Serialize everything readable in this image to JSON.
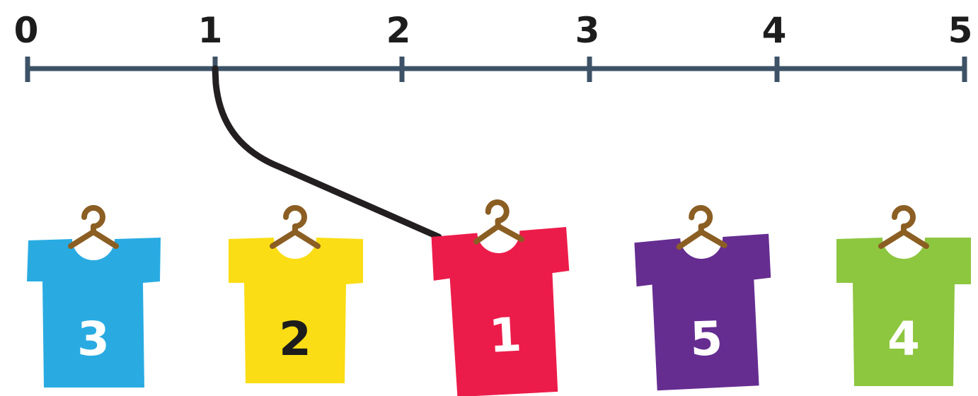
{
  "number_line": {
    "ticks": [
      "0",
      "1",
      "2",
      "3",
      "4",
      "5"
    ],
    "line_color": "#3d5266",
    "label_color": "#1c1c1c"
  },
  "connector": {
    "from_tick": "1",
    "to_shirt": "1",
    "color": "#231f20"
  },
  "hanger_color": "#8b5e23",
  "shirts": [
    {
      "number": "3",
      "color": "#29abe2",
      "number_color": "#ffffff"
    },
    {
      "number": "2",
      "color": "#fadd14",
      "number_color": "#1c1c1c"
    },
    {
      "number": "1",
      "color": "#ec1c4a",
      "number_color": "#ffffff"
    },
    {
      "number": "5",
      "color": "#662d91",
      "number_color": "#ffffff"
    },
    {
      "number": "4",
      "color": "#8dc63f",
      "number_color": "#ffffff"
    }
  ]
}
